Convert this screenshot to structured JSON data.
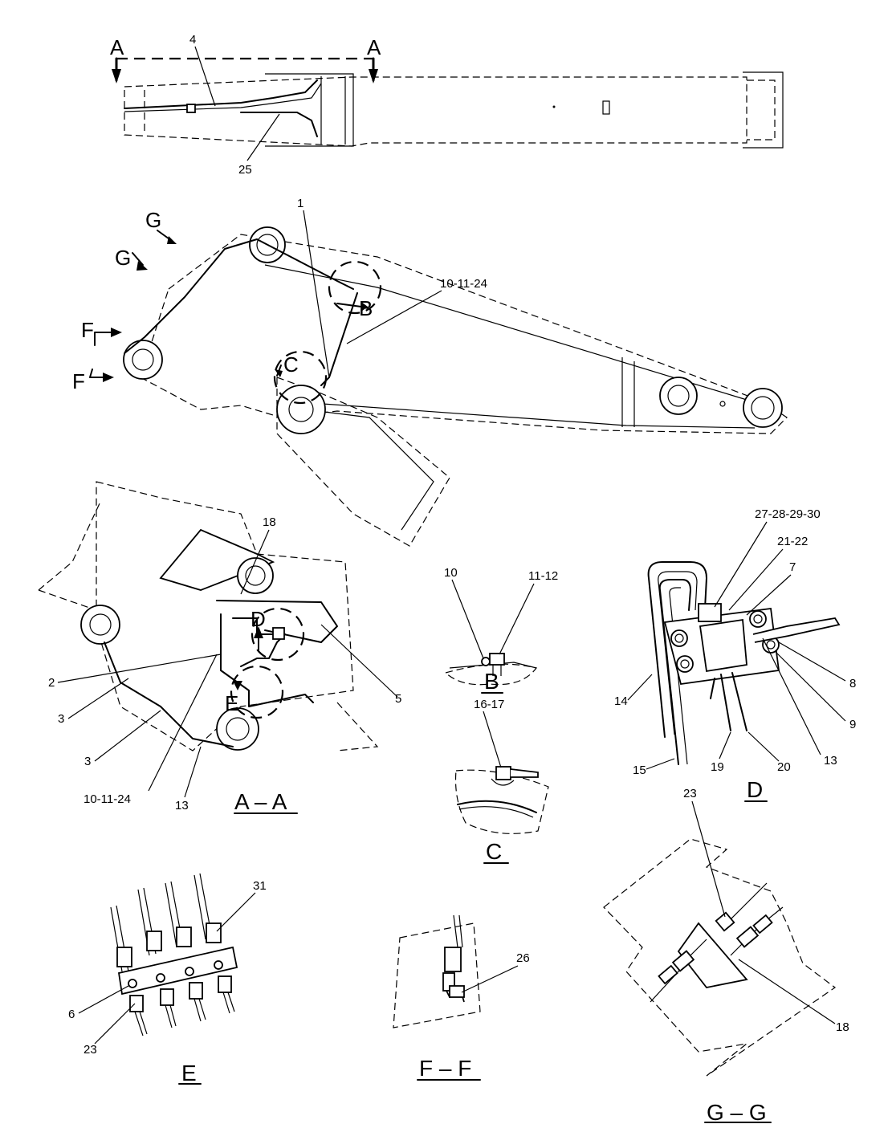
{
  "section_markers": {
    "a": "A",
    "g": "G",
    "f": "F",
    "b": "B",
    "c": "C",
    "d": "D",
    "e": "E"
  },
  "view_titles": {
    "aa": "A – A",
    "b": "B",
    "c": "C",
    "d": "D",
    "e": "E",
    "ff": "F – F",
    "gg": "G – G"
  },
  "callouts": {
    "top": [
      "4",
      "25"
    ],
    "main": [
      "1",
      "10-11-24"
    ],
    "aa": [
      "18",
      "2",
      "3",
      "3",
      "5",
      "10-11-24",
      "13"
    ],
    "b": [
      "10",
      "11-12"
    ],
    "c": [
      "16-17"
    ],
    "d": [
      "27-28-29-30",
      "21-22",
      "7",
      "8",
      "9",
      "13",
      "14",
      "15",
      "19",
      "20"
    ],
    "e": [
      "31",
      "6",
      "23"
    ],
    "ff": [
      "26"
    ],
    "gg": [
      "23",
      "18"
    ]
  }
}
